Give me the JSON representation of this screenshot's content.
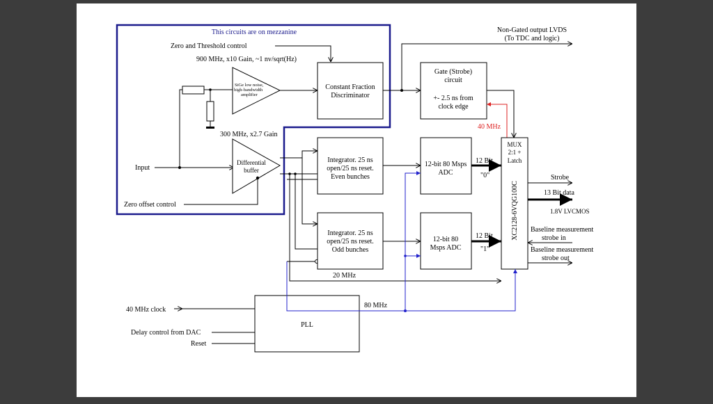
{
  "diagram": {
    "mezzanine_title": "This circuits are on mezzanine",
    "zero_threshold_control": "Zero and Threshold control",
    "amp1_spec": "900 MHz, x10 Gain, ~1 nv/sqrt(Hz)",
    "amp1_label": [
      "SiGe low noise,",
      "high-bandwidth",
      "amplifier"
    ],
    "cfd_label": [
      "Constant Fraction",
      "Discriminator"
    ],
    "amp2_spec": "300 MHz, x2.7 Gain",
    "diff_buffer_label": [
      "Differential",
      "buffer"
    ],
    "input_label": "Input",
    "zero_offset_control": "Zero offset control",
    "non_gated_output": [
      "Non-Gated output LVDS",
      "(To TDC and logic)"
    ],
    "gate_label": [
      "Gate (Strobe)",
      "circuit",
      "+- 2.5 ns from",
      "clock edge"
    ],
    "clock_40mhz_red": "40 MHz",
    "integrator_even": [
      "Integrator. 25 ns",
      "open/25 ns reset.",
      "Even bunches"
    ],
    "integrator_odd": [
      "Integrator. 25 ns",
      "open/25 ns reset.",
      "Odd bunches"
    ],
    "adc_even": [
      "12-bit 80 Msps",
      "ADC"
    ],
    "adc_odd": [
      "12-bit 80",
      "Msps ADC"
    ],
    "bus_width_even": "12 Bit",
    "bus_width_odd": "12 Bit",
    "bus_index_even": "\"0\"",
    "bus_index_odd": "\"1\"",
    "mux_label": [
      "MUX",
      "2:1 +",
      "Latch"
    ],
    "fpga_part": "XC2128-6VQG100C",
    "strobe_label": "Strobe",
    "data_label": "13 Bit data",
    "lvcmos_label": "1.8V LVCMOS",
    "baseline_in": [
      "Baseline measurement",
      "strobe in"
    ],
    "baseline_out": [
      "Baseline measurement",
      "strobe out"
    ],
    "clock_20mhz": "20 MHz",
    "clock_80mhz": "80 MHz",
    "clock_40mhz_in": "40 MHz clock",
    "delay_control": "Delay control from DAC",
    "reset_label": "Reset",
    "pll_label": "PLL"
  }
}
